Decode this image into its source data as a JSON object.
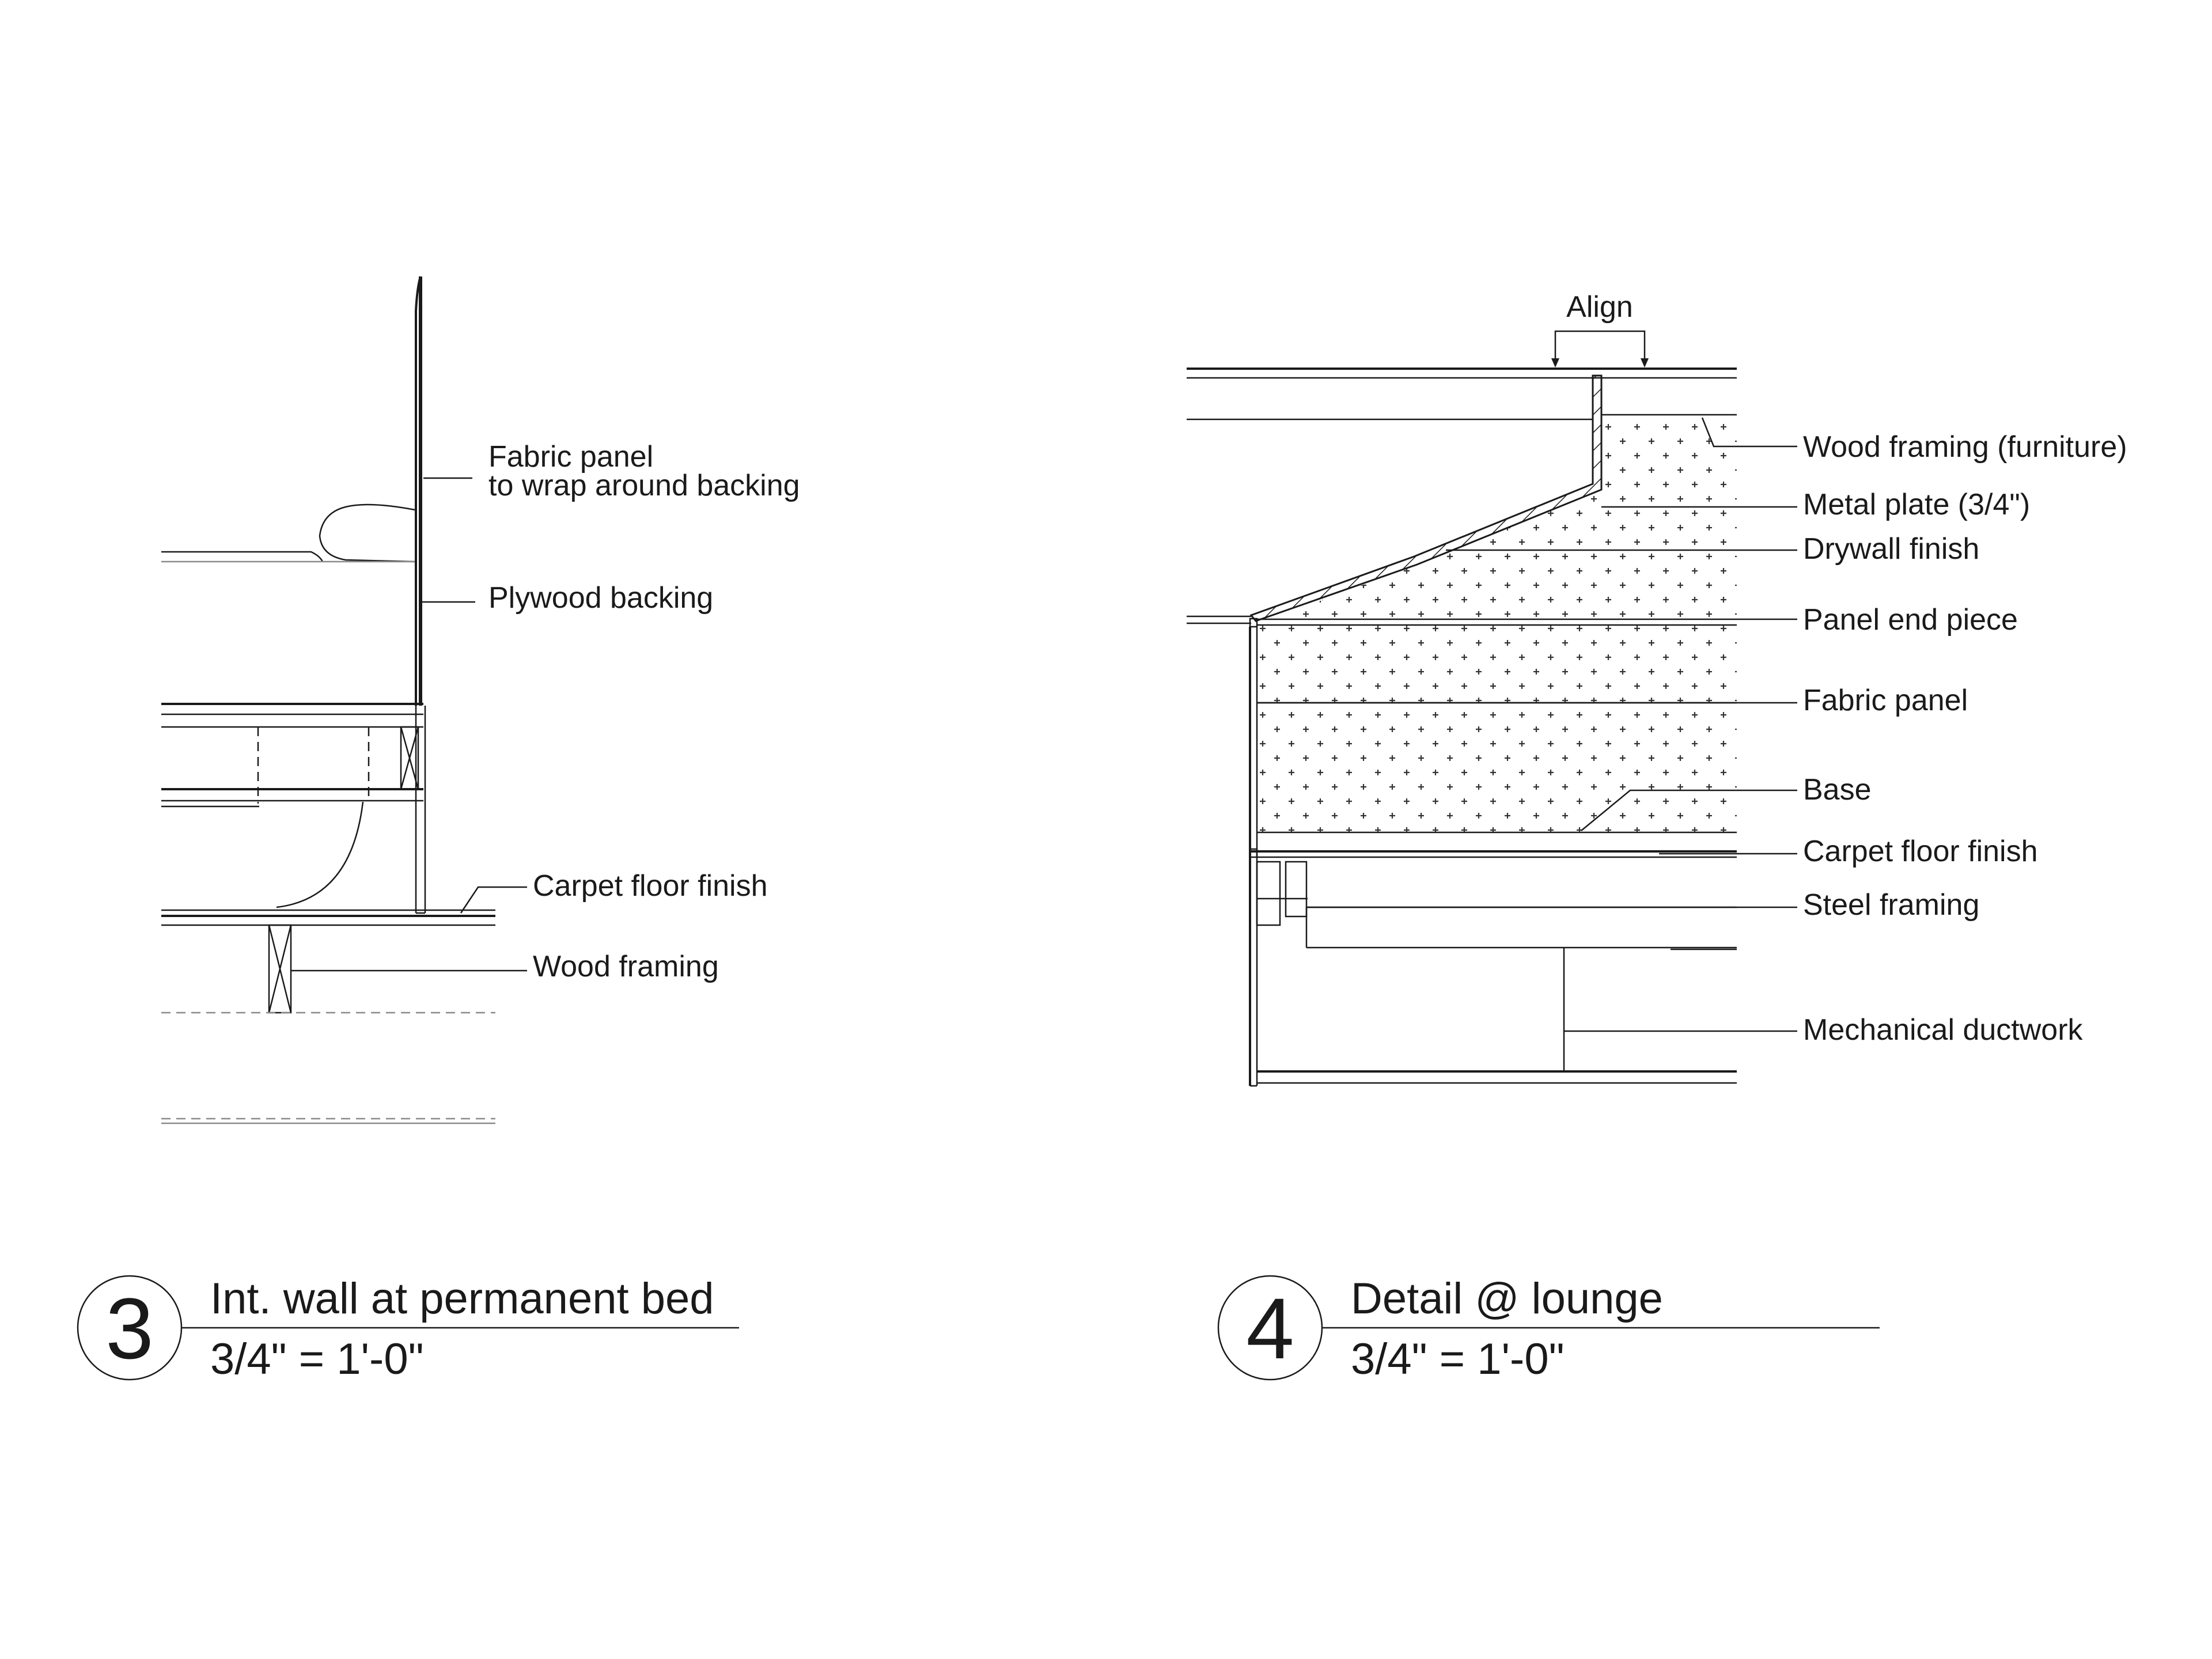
{
  "detail3": {
    "number": "3",
    "title": "Int. wall at permanent bed",
    "scale": "3/4\" = 1'-0\"",
    "labels": {
      "fabric_panel_1": "Fabric panel",
      "fabric_panel_2": "to wrap around backing",
      "plywood_backing": "Plywood backing",
      "carpet_floor_finish": "Carpet floor finish",
      "wood_framing": "Wood framing"
    }
  },
  "detail4": {
    "number": "4",
    "title": "Detail @ lounge",
    "scale": "3/4\" = 1'-0\"",
    "labels": {
      "align": "Align",
      "wood_framing_furniture": "Wood framing (furniture)",
      "metal_plate": "Metal plate (3/4\")",
      "drywall_finish": "Drywall finish",
      "panel_end_piece": "Panel end piece",
      "fabric_panel": "Fabric panel",
      "base": "Base",
      "carpet_floor_finish": "Carpet floor finish",
      "steel_framing": "Steel framing",
      "mechanical_ductwork": "Mechanical ductwork"
    }
  }
}
